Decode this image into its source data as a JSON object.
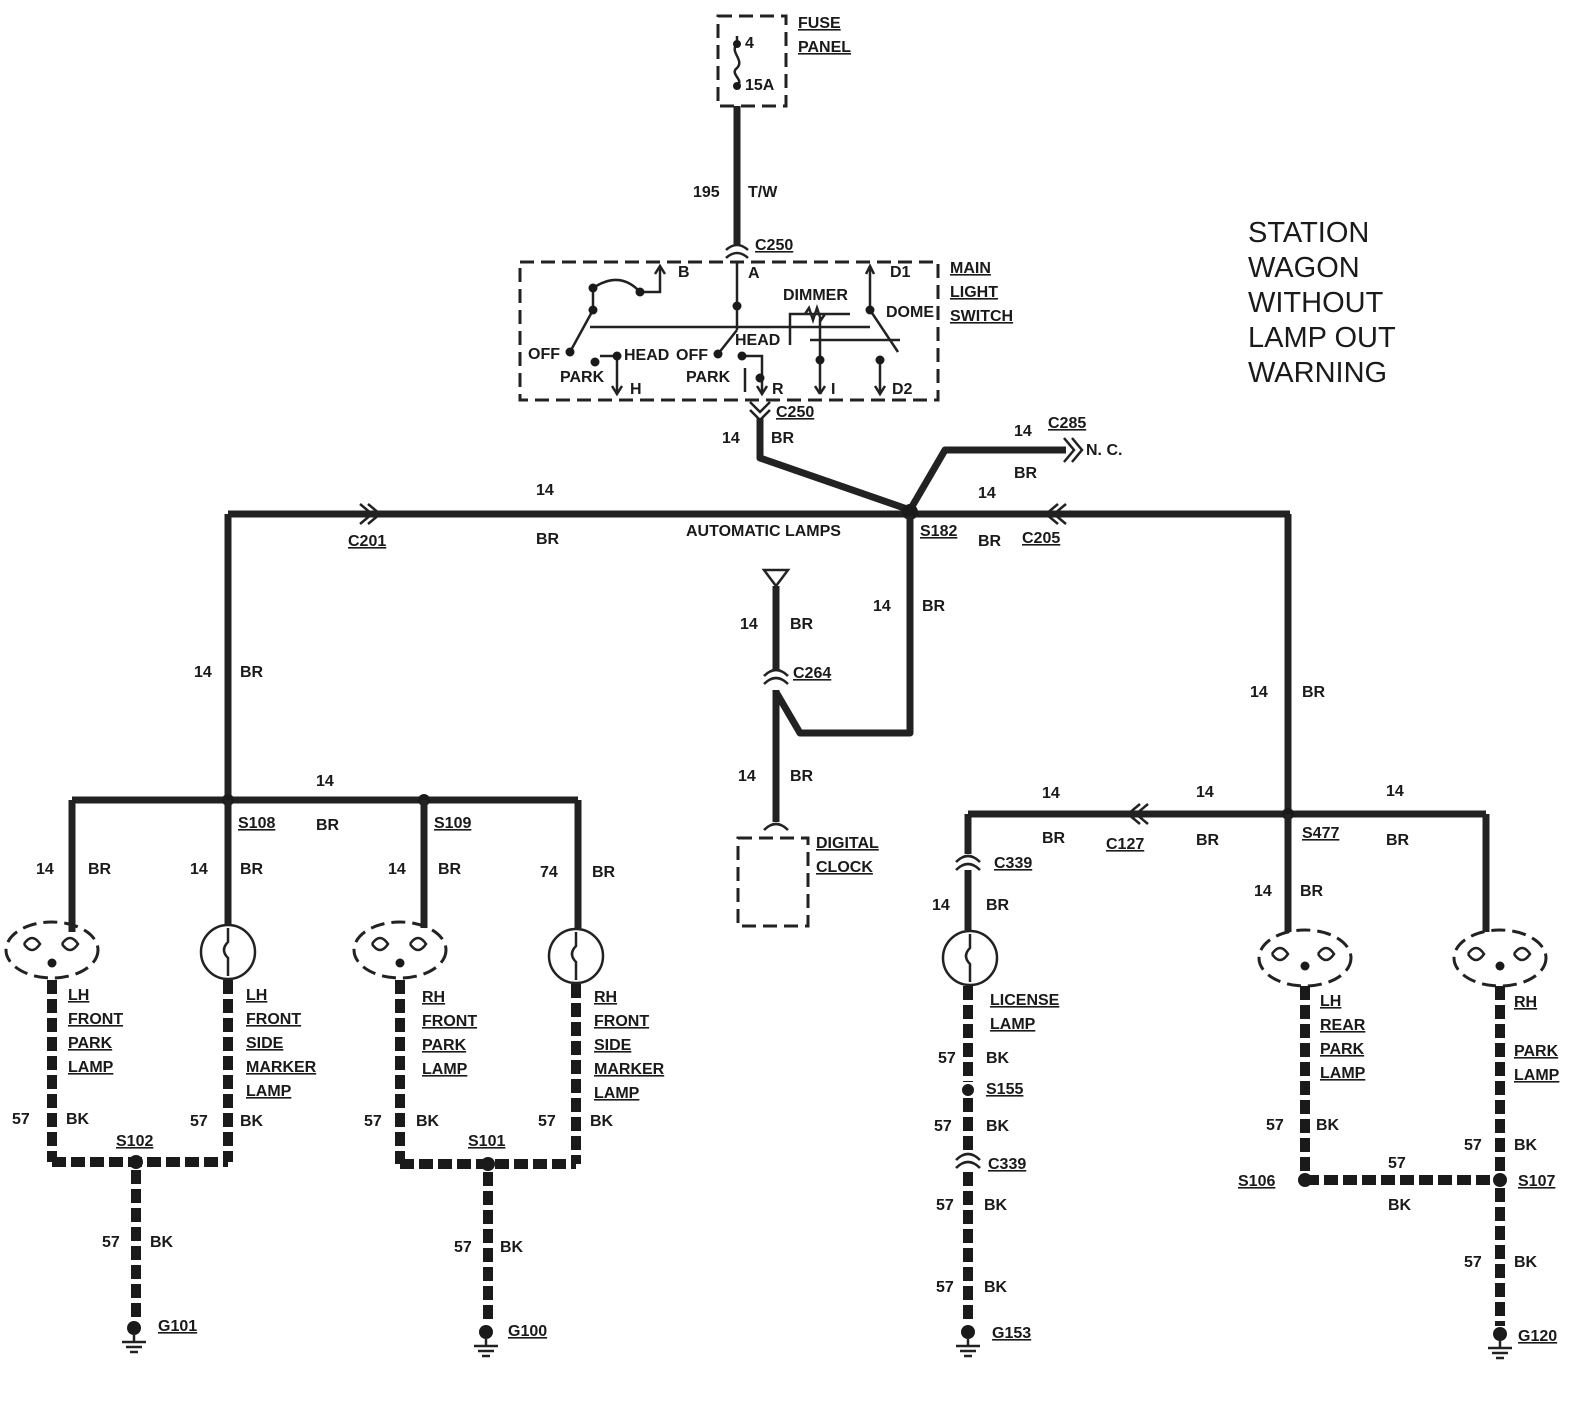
{
  "title_lines": [
    "STATION",
    "WAGON",
    "WITHOUT",
    "LAMP OUT",
    "WARNING"
  ],
  "fuse": {
    "label_1": "FUSE",
    "label_2": "PANEL",
    "number": "4",
    "rating": "15A"
  },
  "wire_labels": {
    "feed_gauge": "195",
    "feed_color": "T/W",
    "gauge_14": "14",
    "gauge_74": "74",
    "gauge_57": "57",
    "color_br": "BR",
    "color_bk": "BK"
  },
  "switch": {
    "label_1": "MAIN",
    "label_2": "LIGHT",
    "label_3": "SWITCH",
    "terminals": {
      "a": "A",
      "b": "B",
      "d1": "D1",
      "d2": "D2",
      "h": "H",
      "r": "R",
      "i": "I"
    },
    "positions": {
      "off": "OFF",
      "park": "PARK",
      "head": "HEAD",
      "dimmer": "DIMMER",
      "dome": "DOME"
    }
  },
  "connectors": {
    "c250": "C250",
    "c285": "C285",
    "nc": "N. C.",
    "c201": "C201",
    "c205": "C205",
    "c264": "C264",
    "c127": "C127",
    "c339": "C339"
  },
  "splices": {
    "s182": "S182",
    "s108": "S108",
    "s109": "S109",
    "s477": "S477",
    "s155": "S155",
    "s102": "S102",
    "s101": "S101",
    "s106": "S106",
    "s107": "S107"
  },
  "automatic_lamps": "AUTOMATIC LAMPS",
  "clock": {
    "line1": "DIGITAL",
    "line2": "CLOCK"
  },
  "lamps": {
    "lh_front_park": [
      "LH",
      "FRONT",
      "PARK",
      "LAMP"
    ],
    "lh_front_side": [
      "LH",
      "FRONT",
      "SIDE",
      "MARKER",
      "LAMP"
    ],
    "rh_front_park": [
      "RH",
      "FRONT",
      "PARK",
      "LAMP"
    ],
    "rh_front_side": [
      "RH",
      "FRONT",
      "SIDE",
      "MARKER",
      "LAMP"
    ],
    "license": [
      "LICENSE",
      "LAMP"
    ],
    "lh_rear_park": [
      "LH",
      "REAR",
      "PARK",
      "LAMP"
    ],
    "rh_rear_park": [
      "RH",
      "PARK",
      "LAMP"
    ]
  },
  "grounds": {
    "g101": "G101",
    "g100": "G100",
    "g153": "G153",
    "g120": "G120"
  }
}
